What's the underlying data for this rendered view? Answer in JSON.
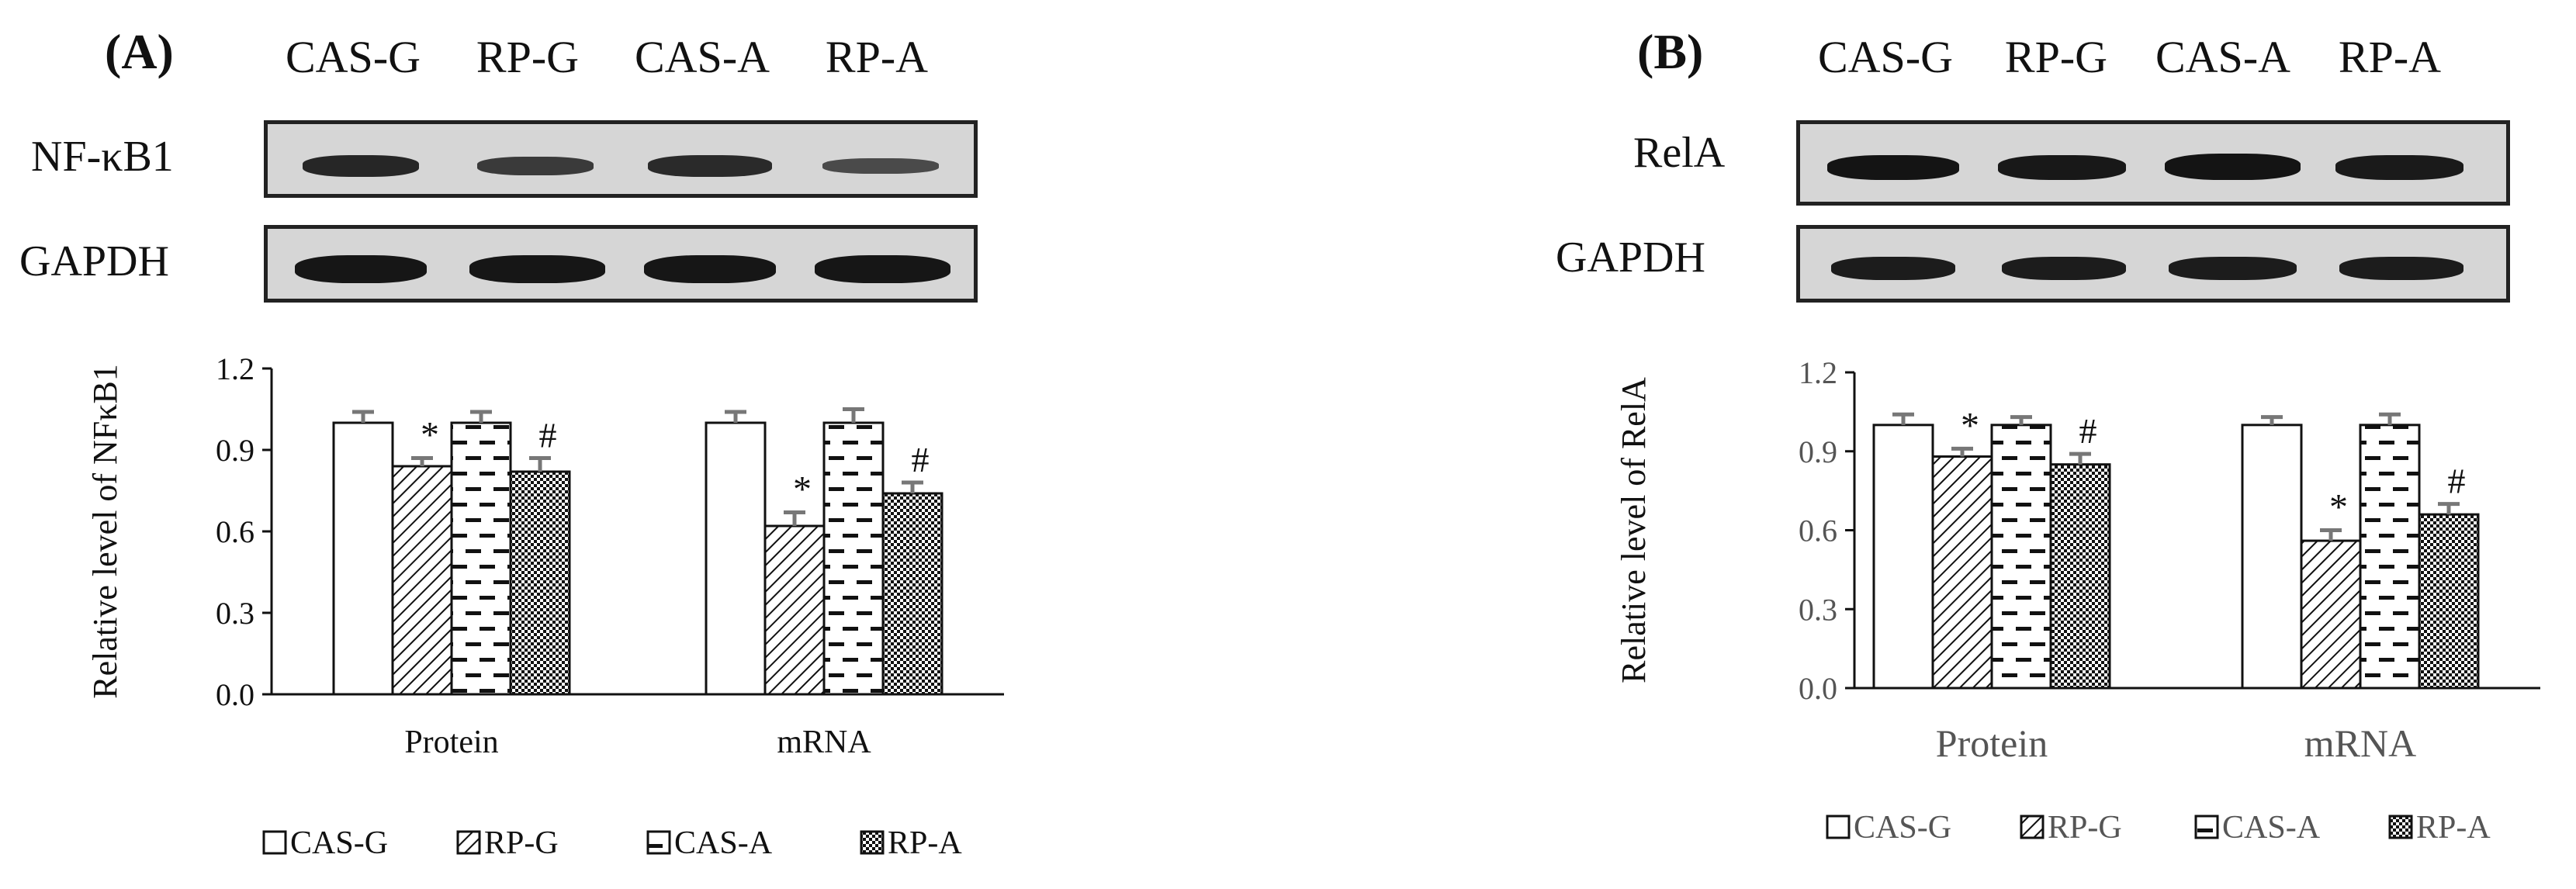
{
  "panels": [
    {
      "letter": "(A)",
      "lanes": [
        "CAS-G",
        "RP-G",
        "CAS-A",
        "RP-A"
      ],
      "blots": [
        {
          "label": "NF-κB1"
        },
        {
          "label": "GAPDH"
        }
      ]
    },
    {
      "letter": "(B)",
      "lanes": [
        "CAS-G",
        "RP-G",
        "CAS-A",
        "RP-A"
      ],
      "blots": [
        {
          "label": "RelA"
        },
        {
          "label": "GAPDH"
        }
      ]
    }
  ],
  "chart_data": [
    {
      "type": "bar",
      "ylabel": "Relative level of NFκB1",
      "xlabel": "",
      "ylim": [
        0,
        1.2
      ],
      "yticks": [
        "0.0",
        "0.3",
        "0.6",
        "0.9",
        "1.2"
      ],
      "categories": [
        "Protein",
        "mRNA"
      ],
      "series": [
        {
          "name": "CAS-G",
          "values": [
            1.0,
            1.0
          ],
          "errors": [
            0.04,
            0.04
          ],
          "marks": [
            "",
            ""
          ],
          "pattern": "none"
        },
        {
          "name": "RP-G",
          "values": [
            0.84,
            0.62
          ],
          "errors": [
            0.03,
            0.05
          ],
          "marks": [
            "*",
            "*"
          ],
          "pattern": "diag"
        },
        {
          "name": "CAS-A",
          "values": [
            1.0,
            1.0
          ],
          "errors": [
            0.04,
            0.05
          ],
          "marks": [
            "",
            ""
          ],
          "pattern": "dash"
        },
        {
          "name": "RP-A",
          "values": [
            0.82,
            0.74
          ],
          "errors": [
            0.05,
            0.04
          ],
          "marks": [
            "#",
            "#"
          ],
          "pattern": "check"
        }
      ],
      "legend_position": "bottom",
      "grid": false
    },
    {
      "type": "bar",
      "ylabel": "Relative level of RelA",
      "xlabel": "",
      "ylim": [
        0,
        1.2
      ],
      "yticks": [
        "0.0",
        "0.3",
        "0.6",
        "0.9",
        "1.2"
      ],
      "categories": [
        "Protein",
        "mRNA"
      ],
      "series": [
        {
          "name": "CAS-G",
          "values": [
            1.0,
            1.0
          ],
          "errors": [
            0.04,
            0.03
          ],
          "marks": [
            "",
            ""
          ],
          "pattern": "none"
        },
        {
          "name": "RP-G",
          "values": [
            0.88,
            0.56
          ],
          "errors": [
            0.03,
            0.04
          ],
          "marks": [
            "*",
            "*"
          ],
          "pattern": "diag"
        },
        {
          "name": "CAS-A",
          "values": [
            1.0,
            1.0
          ],
          "errors": [
            0.03,
            0.04
          ],
          "marks": [
            "",
            ""
          ],
          "pattern": "dash"
        },
        {
          "name": "RP-A",
          "values": [
            0.85,
            0.66
          ],
          "errors": [
            0.04,
            0.04
          ],
          "marks": [
            "#",
            "#"
          ],
          "pattern": "check"
        }
      ],
      "legend_position": "bottom",
      "grid": false
    }
  ]
}
